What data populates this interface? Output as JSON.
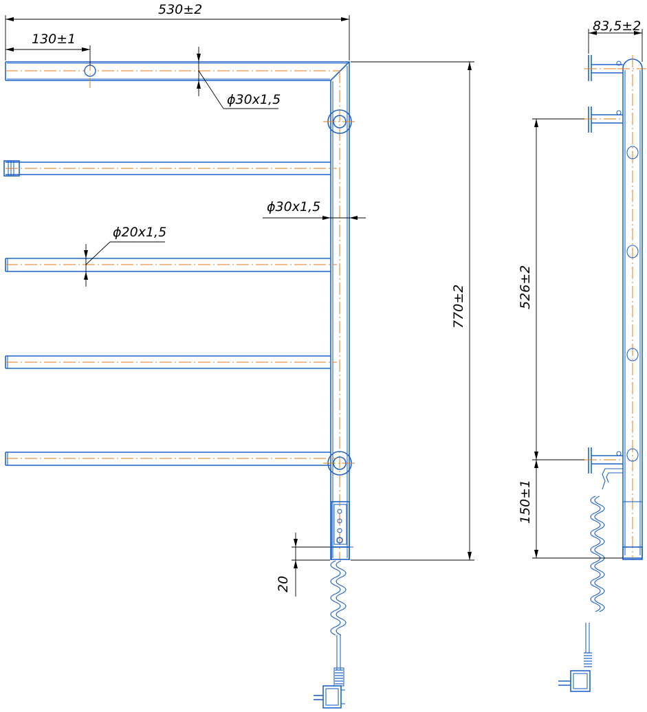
{
  "drawing": {
    "colors": {
      "outline": "#1f63c9",
      "centerline": "#e07b14",
      "dimension": "#000000"
    },
    "front_view": {
      "width_label": "530±2",
      "top_hole_offset_label": "130±1",
      "top_pipe_diameter_label": "ϕ30x1,5",
      "vertical_pipe_diameter_label": "ϕ30x1,5",
      "rung_diameter_label": "ϕ20x1,5",
      "height_label": "770±2",
      "controller_gap_label": "20"
    },
    "side_view": {
      "depth_label": "83,5±2",
      "mount_spacing_label": "526±2",
      "bottom_mount_label": "150±1"
    }
  }
}
